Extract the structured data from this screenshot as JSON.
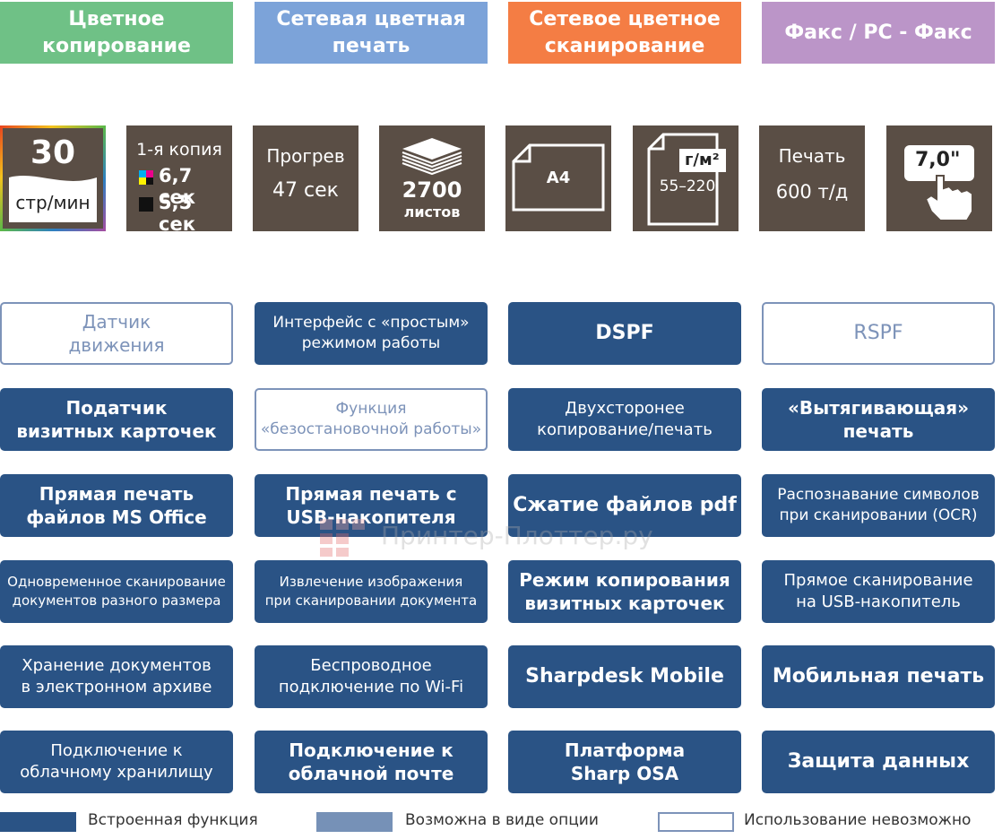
{
  "colors": {
    "builtin": "#2a5385",
    "option": "#7691b7",
    "tile": "#5a4e45",
    "cat_copy": "#6fc186",
    "cat_print": "#7ca3d9",
    "cat_scan": "#f47d44",
    "cat_fax": "#bb95c8"
  },
  "categories": [
    {
      "label": "Цветное\nкопирование"
    },
    {
      "label": "Сетевая цветная\nпечать"
    },
    {
      "label": "Сетевое цветное\nсканирование"
    },
    {
      "label": "Факс / PC - Факс"
    }
  ],
  "tiles": {
    "speed": {
      "value": "30",
      "unit": "стр/мин"
    },
    "first_copy": {
      "title": "1-я копия",
      "color_value": "6,7 сек",
      "bw_value": "5,5 сек"
    },
    "warmup": {
      "title": "Прогрев",
      "value": "47 сек"
    },
    "capacity": {
      "value": "2700",
      "unit": "листов",
      "icon": "paper-stack-icon"
    },
    "paper_size": {
      "value": "A4",
      "icon": "paper-sheet-icon"
    },
    "paper_weight": {
      "unit": "г/м²",
      "value": "55–220",
      "icon": "paper-weight-icon"
    },
    "resolution": {
      "title": "Печать",
      "value": "600 т/д"
    },
    "touchscreen": {
      "value": "7,0\"",
      "icon": "touch-hand-icon"
    }
  },
  "features": [
    {
      "label": "Датчик\nдвижения",
      "status": "none"
    },
    {
      "label": "Интерфейс с «простым»\nрежимом работы",
      "status": "builtin"
    },
    {
      "label": "DSPF",
      "status": "builtin"
    },
    {
      "label": "RSPF",
      "status": "none"
    },
    {
      "label": "Податчик\nвизитных карточек",
      "status": "builtin"
    },
    {
      "label": "Функция\n«безостановочной работы»",
      "status": "none"
    },
    {
      "label": "Двухсторонее\nкопирование/печать",
      "status": "builtin"
    },
    {
      "label": "«Вытягивающая»\nпечать",
      "status": "builtin"
    },
    {
      "label": "Прямая печать\nфайлов MS Office",
      "status": "builtin"
    },
    {
      "label": "Прямая печать с\nUSB-накопителя",
      "status": "builtin"
    },
    {
      "label": "Сжатие файлов pdf",
      "status": "builtin"
    },
    {
      "label": "Распознавание символов\nпри сканировании (OCR)",
      "status": "builtin"
    },
    {
      "label": "Одновременное сканирование\nдокументов разного размера",
      "status": "builtin"
    },
    {
      "label": "Извлечение изображения\nпри сканировании документа",
      "status": "builtin"
    },
    {
      "label": "Режим копирования\nвизитных карточек",
      "status": "builtin"
    },
    {
      "label": "Прямое сканирование\nна  USB-накопитель",
      "status": "builtin"
    },
    {
      "label": "Хранение документов\nв электронном архиве",
      "status": "builtin"
    },
    {
      "label": "Беспроводное\nподключение по Wi-Fi",
      "status": "builtin"
    },
    {
      "label": "Sharpdesk Mobile",
      "status": "builtin"
    },
    {
      "label": "Мобильная печать",
      "status": "builtin"
    },
    {
      "label": "Подключение к\nоблачному хранилищу",
      "status": "builtin"
    },
    {
      "label": "Подключение к\nоблачной почте",
      "status": "builtin"
    },
    {
      "label": "Платформа\nSharp OSA",
      "status": "builtin"
    },
    {
      "label": "Защита данных",
      "status": "builtin"
    }
  ],
  "legend": [
    {
      "label": "Встроенная функция"
    },
    {
      "label": "Возможна в виде опции"
    },
    {
      "label": "Использование невозможно"
    }
  ],
  "watermark": "Принтер-Плоттер.ру"
}
